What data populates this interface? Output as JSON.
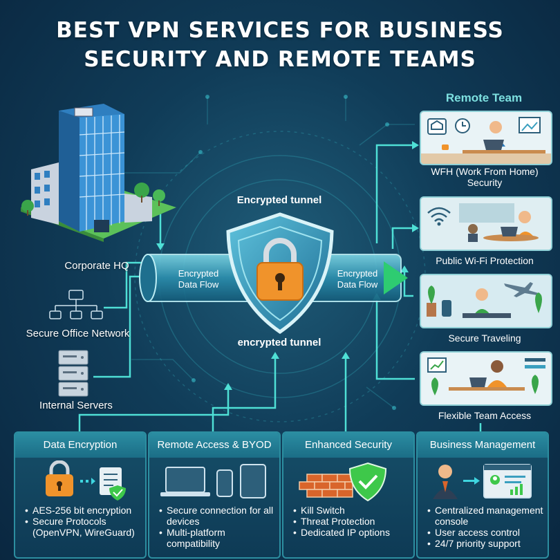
{
  "title": {
    "line1": "BEST VPN SERVICES FOR BUSINESS",
    "line2": "SECURITY AND REMOTE TEAMS"
  },
  "center": {
    "arc_top": "Encrypted tunnel",
    "arc_bottom": "encrypted tunnel",
    "flow_left_line1": "Encrypted",
    "flow_left_line2": "Data Flow",
    "flow_right_line1": "Encrypted",
    "flow_right_line2": "Data Flow"
  },
  "left": {
    "hq_label": "Corporate HQ",
    "network_label": "Secure Office Network",
    "servers_label": "Internal Servers"
  },
  "remote": {
    "title": "Remote Team",
    "cards": [
      {
        "line1": "WFH (Work From Home)",
        "line2": "Security"
      },
      {
        "line1": "Public Wi-Fi Protection",
        "line2": ""
      },
      {
        "line1": "Secure Traveling",
        "line2": ""
      },
      {
        "line1": "Flexible Team Access",
        "line2": ""
      }
    ]
  },
  "panels": [
    {
      "title": "Data Encryption",
      "items": [
        "AES-256 bit encryption",
        "Secure Protocols (OpenVPN, WireGuard)"
      ]
    },
    {
      "title": "Remote Access & BYOD",
      "items": [
        "Secure connection for all devices",
        "Multi-platform compatibility"
      ]
    },
    {
      "title": "Enhanced Security",
      "items": [
        "Kill Switch",
        "Threat Protection",
        "Dedicated IP options"
      ]
    },
    {
      "title": "Business Management",
      "items": [
        "Centralized management console",
        "User access control",
        "24/7 priority support"
      ]
    }
  ],
  "colors": {
    "accent_cyan": "#3fd6e0",
    "shield": "#2e8fb0",
    "lock": "#f0932b",
    "check_green": "#3ec84a",
    "arrow_green": "#2ecc71",
    "brick": "#d9652b"
  }
}
